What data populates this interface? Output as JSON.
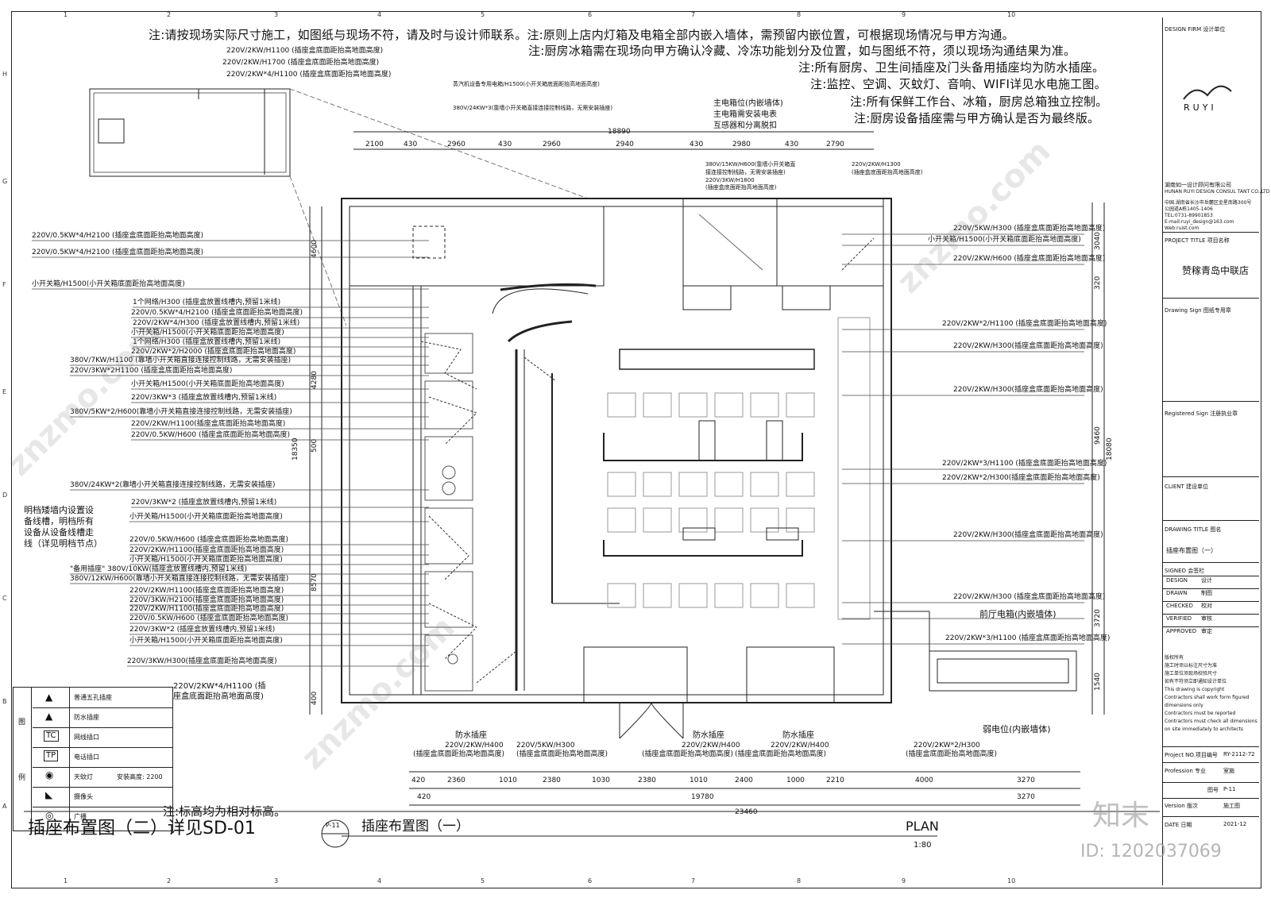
{
  "notes": [
    "注:请按现场实际尺寸施工，如图纸与现场不符，请及时与设计师联系。注:原则上店内灯箱及电箱全部内嵌入墙体，需预留内嵌位置，可根据现场情况与甲方沟通。",
    "注:厨房冰箱需在现场向甲方确认冷藏、冷冻功能划分及位置，如与图纸不符，须以现场沟通结果为准。",
    "注:所有厨房、卫生间插座及门头备用插座均为防水插座。",
    "注:监控、空调、灭蚊灯、音响、WIFI详见水电施工图。",
    "注:所有保鲜工作台、冰箱，厨房总箱独立控制。",
    "注:厨房设备插座需与甲方确认是否为最终版。"
  ],
  "top_dims": [
    "2100",
    "430",
    "2960",
    "430",
    "2960",
    "2940",
    "430",
    "2980",
    "430",
    "2790"
  ],
  "top_total": "18890",
  "bottom_dims": [
    "420",
    "2360",
    "1010",
    "2380",
    "1030",
    "2380",
    "1010",
    "2400",
    "1000",
    "2210",
    "4000",
    "3270"
  ],
  "bottom_sub": [
    "420",
    "19780",
    "3270"
  ],
  "bottom_total": "23460",
  "left_dims": [
    "4600",
    "4280",
    "500",
    "8570",
    "400"
  ],
  "left_total": "18350",
  "right_dims": [
    "3040",
    "320",
    "9460",
    "3720",
    "1540"
  ],
  "right_total": "18080",
  "left_labels": [
    "220V/0.5KW*4/H2100 (插座盒底面距抬高地面高度)",
    "220V/0.5KW*4/H2100 (插座盒底面距抬高地面高度)",
    "小开关箱/H1500(小开关箱底面距抬高地面高度)",
    "1个网络/H300 (插座盒放置线槽内,预留1米线)",
    "220V/0.5KW*4/H2100 (插座盒底面距抬高地面高度)",
    "220V/2KW*4/H300 (插座盒放置线槽内,预留1米线)",
    "小开关箱/H1500(小开关箱底面距抬高地面高度)",
    "1个网络/H300 (插座盒放置线槽内,预留1米线)",
    "220V/2KW*2/H2000 (插座盒底面距抬高地面高度)",
    "380V/7KW/H1100 (靠墙小开关箱直接连接控制线路，无需安装插座)",
    "220V/3KW*2H1100 (插座盒底面距抬高地面高度)",
    "小开关箱/H1500(小开关箱底面距抬高地面高度)",
    "220V/3KW*3 (插座盒放置线槽内,预留1米线)",
    "380V/5KW*2/H600(靠墙小开关箱直接连接控制线路，无需安装插座)",
    "220V/2KW/H1100(插座盒底面距抬高地面高度)",
    "220V/0.5KW/H600 (插座盒底面距抬高地面高度)",
    "380V/24KW*2(靠墙小开关箱直接连接控制线路，无需安装插座)",
    "220V/3KW*2 (插座盒放置线槽内,预留1米线)",
    "小开关箱/H1500(小开关箱底面距抬高地面高度)",
    "220V/0.5KW/H600 (插座盒底面距抬高地面高度)",
    "220V/2KW/H1100(插座盒底面距抬高地面高度)",
    "小开关箱/H1500(小开关箱底面距抬高地面高度)",
    "\"备用插座\" 380V/10KW(插座盒放置线槽内,预留1米线)",
    "380V/12KW/H600(靠墙小开关箱直接连接控制线路，无需安装插座)",
    "220V/2KW/H1100(插座盒底面距抬高地面高度)",
    "220V/3KW/H2100(插座盒底面距抬高地面高度)",
    "220V/2KW/H1100(插座盒底面距抬高地面高度)",
    "220V/0.5KW/H600 (插座盒底面距抬高地面高度)",
    "220V/3KW*2 (插座盒放置线槽内,预留1米线)",
    "小开关箱/H1500(小开关箱底面距抬高地面高度)",
    "220V/3KW/H300(插座盒底面距抬高地面高度)"
  ],
  "left_callout": [
    "明档矮墙内设置设",
    "备线槽，明档所有",
    "设备从设备线槽走",
    "线（详见明档节点）"
  ],
  "right_labels": [
    "220V/5KW/H300 (插座盒底面距抬高地面高度)",
    "小开关箱/H1500(小开关箱底面距抬高地面高度)",
    "220V/2KW/H600 (插座盒底面距抬高地面高度)",
    "220V/2KW*2/H1100 (插座盒底面距抬高地面高度)",
    "220V/2KW/H300(插座盒底面距抬高地面高度)",
    "220V/2KW/H300(插座盒底面距抬高地面高度)",
    "220V/2KW*3/H1100 (插座盒底面距抬高地面高度)",
    "220V/2KW*2/H300(插座盒底面距抬高地面高度)",
    "220V/2KW/H300(插座盒底面距抬高地面高度)",
    "220V/2KW/H300 (插座盒底面距抬高地面高度)",
    "前厅电箱(内嵌墙体)",
    "220V/2KW*3/H1100 (插座盒底面距抬高地面高度)"
  ],
  "top_labels": {
    "inset1": "220V/2KW/H1100 (插座盒底面距抬高地面高度)",
    "inset2": "220V/2KW/H1700 (插座盒底面距抬高地面高度)",
    "inset3": "220V/2KW*4/H1100 (插座盒底面距抬高地面高度)",
    "steam": "蒸汽机设备专用电箱/H1500(小开关箱底面距抬高地面高度)",
    "k380": "380V/24KW*3(靠墙小开关箱直接连接控制线路，无需安装插座)",
    "main": [
      "主电箱位(内嵌墙体)",
      "主电箱需安装电表",
      "互感器和分离脱扣"
    ],
    "k15": [
      "380V/15KW/H600(靠墙小开关箱直",
      "接连接控制线路，无需安装插座)",
      "220V/3KW/H1800",
      "(插座盒底面距抬高地面高度)"
    ],
    "k2": [
      "220V/2KW/H1300",
      "(插座盒底面距抬高地面高度)"
    ]
  },
  "bottom_labels": {
    "a": [
      "220V/2KW*4/H1100 (插",
      "座盒底面距抬高地面高度)"
    ],
    "b": [
      "防水插座",
      "220V/2KW/H400",
      "(插座盒底面距抬高地面高度)"
    ],
    "c": [
      "220V/5KW/H300",
      "(插座盒底面距抬高地面高度)"
    ],
    "d": [
      "防水插座",
      "220V/2KW/H400",
      "(插座盒底面距抬高地面高度)"
    ],
    "e": [
      "防水插座",
      "220V/2KW/H400",
      "(插座盒底面距抬高地面高度)"
    ],
    "f": [
      "220V/2KW*2/H300",
      "(插座盒底面距抬高地面高度)"
    ],
    "weak": "弱电位(内嵌墙体)"
  },
  "legend": {
    "title_chars": [
      "图",
      "例"
    ],
    "items": [
      "普通五孔插座",
      "防水插座",
      "网线插口",
      "电话插口",
      "天蚊灯",
      "摄像头",
      "广播"
    ],
    "install_height": "安装高度: 2200"
  },
  "footer_note": "注:标高均为相对标高。",
  "title_left": "插座布置图（二）详见SD-01",
  "title_main": "插座布置图（一）",
  "title_tag": "P-11",
  "plan": "PLAN",
  "scale": "1:80",
  "grid_cols": [
    "1",
    "2",
    "3",
    "4",
    "5",
    "6",
    "7",
    "8",
    "9",
    "10"
  ],
  "grid_rows": [
    "H",
    "G",
    "F",
    "E",
    "D",
    "C",
    "B",
    "A"
  ],
  "titleblock": {
    "design_firm": "DESIGN FIRM  设计单位",
    "logo_text": "RUYI",
    "company_cn": "湖南如一设计顾问有限公司",
    "company_en": "HUNAN RUYI DESIGN CONSUL TANT CO.,LTD",
    "address": [
      "中国.湖南省长沙市岳麓区金星南路300号",
      "公园道A栋1405-1406"
    ],
    "phone": "TEL:0731-89901853",
    "email": "E-mail:ruyi_design@163.com",
    "web": "Web:ruist.com",
    "project_title_label": "PROJECT TITLE  项目名称",
    "project_title": "赞稼青岛中联店",
    "drawing_sign": "Drawing Sign  图纸专用章",
    "registered_sign": "Registered Sign  注册执业章",
    "client": "CLIENT  建设单位",
    "drawing_title_label": "DRAWING TITLE  图名",
    "drawing_title": "插座布置图（一）",
    "signed": "SIGNED   会签栏",
    "sign_rows": [
      [
        "DESIGN",
        "设计"
      ],
      [
        "DRAWN",
        "制图"
      ],
      [
        "CHECKED",
        "校对"
      ],
      [
        "VERIFIED",
        "审核"
      ],
      [
        "APPROVED",
        "审定"
      ]
    ],
    "copyright": [
      "版权所有",
      "施工时须以标注尺寸为准",
      "施工单位须现场校验尺寸",
      "如有不符须立即通知设计单位",
      "This drawing is copyright",
      "Contractors shall work form figured",
      "dimensions only",
      "Contractors must be reported",
      "Contractors must check all dimensions",
      "on site immediately to architects"
    ],
    "project_no_label": "Project NO.项目编号",
    "project_no": "RY-2112-72",
    "profession_label": "Profession   专业",
    "profession": "室施",
    "drawing_no_label": "图号",
    "drawing_no": "P-11",
    "version_label": "Version    版次",
    "version": "施工图",
    "date_label": "DATE      日期",
    "date": "2021-12"
  },
  "watermark_id": "ID: 1202037069",
  "watermark_brand": "知末",
  "watermark_site": "znzmo.com"
}
